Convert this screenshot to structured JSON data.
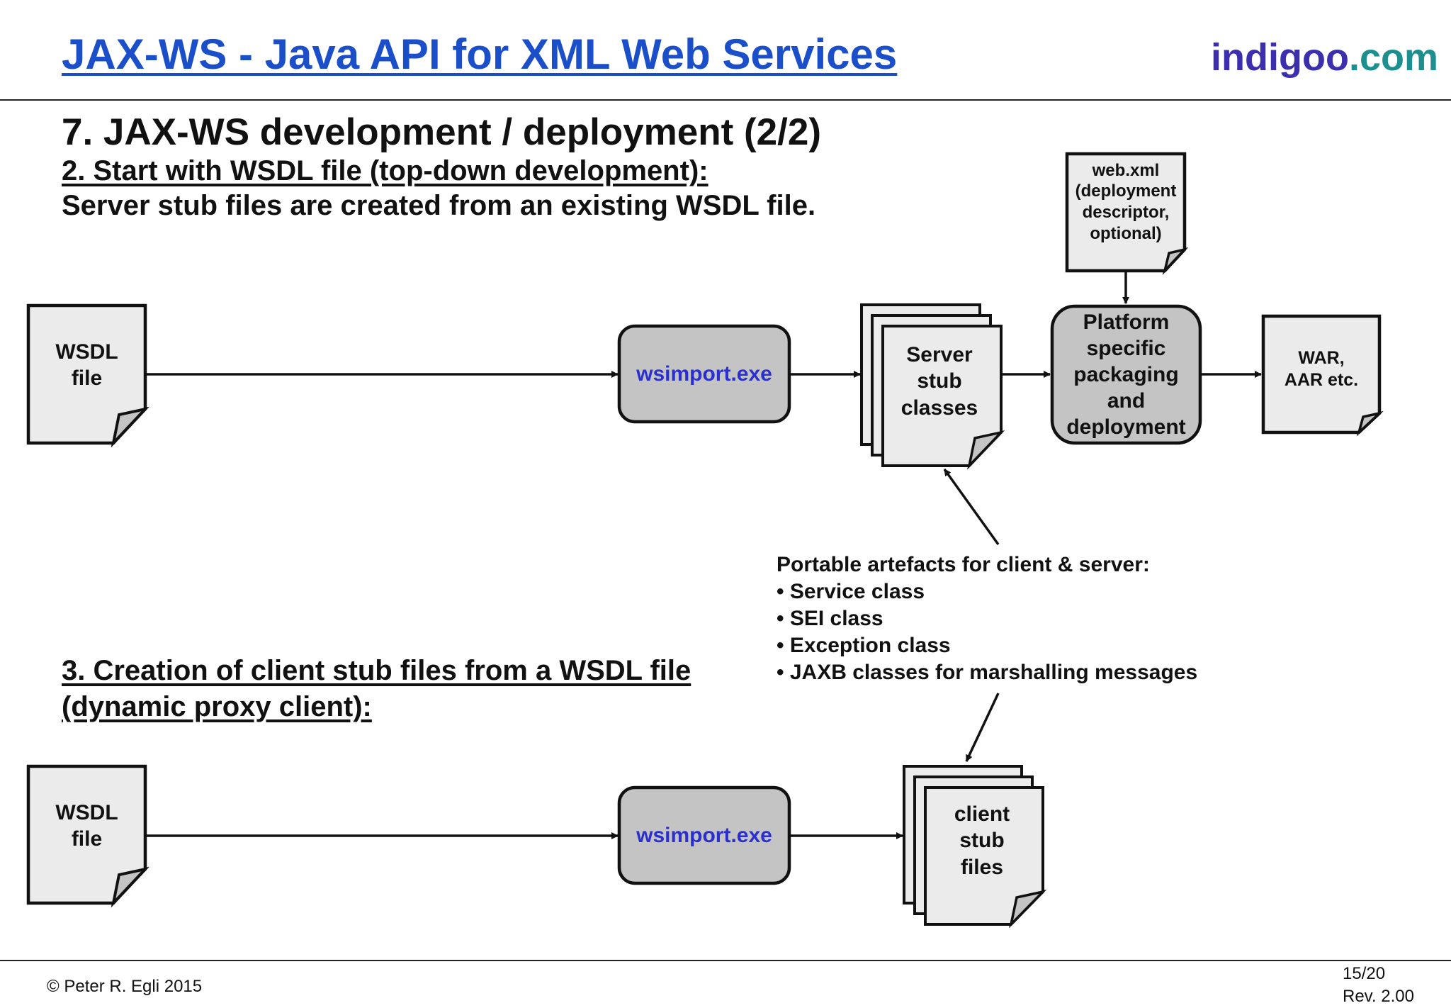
{
  "header": {
    "title": "JAX-WS -  Java API for XML Web Services",
    "brand_part1": "indigoo",
    "brand_part2": ".com"
  },
  "slide": {
    "heading": "7. JAX-WS development / deployment (2/2)",
    "section2_title": "2. Start with WSDL file (top-down development):",
    "section2_text": "Server stub files are created from an existing WSDL file.",
    "section3_title_line1": "3. Creation of client stub files from a WSDL file",
    "section3_title_line2": "(dynamic proxy client):"
  },
  "diagram": {
    "server_flow": {
      "wsdl_line1": "WSDL",
      "wsdl_line2": "file",
      "tool": "wsimport.exe",
      "stub_line1": "Server",
      "stub_line2": "stub",
      "stub_line3": "classes",
      "webxml_line1": "web.xml",
      "webxml_line2": "(deployment",
      "webxml_line3": "descriptor,",
      "webxml_line4": "optional)",
      "platform_line1": "Platform",
      "platform_line2": "specific",
      "platform_line3": "packaging",
      "platform_line4": "and",
      "platform_line5": "deployment",
      "war_line1": "WAR,",
      "war_line2": "AAR etc."
    },
    "client_flow": {
      "wsdl_line1": "WSDL",
      "wsdl_line2": "file",
      "tool": "wsimport.exe",
      "stub_line1": "client",
      "stub_line2": "stub",
      "stub_line3": "files"
    },
    "portable": {
      "heading": "Portable artefacts for client & server:",
      "items": [
        "Service class",
        "SEI class",
        "Exception class",
        "JAXB classes for marshalling messages"
      ]
    }
  },
  "footer": {
    "copyright": "© Peter R. Egli 2015",
    "page": "15/20",
    "revision": "Rev. 2.00"
  },
  "colors": {
    "title": "#1a4fc9",
    "brand_primary": "#3b2fae",
    "brand_secondary": "#1d8f8f",
    "tool_text": "#2a2fcf",
    "document_fill": "#ebebeb",
    "process_fill": "#c4c4c4",
    "stroke": "#111111"
  }
}
